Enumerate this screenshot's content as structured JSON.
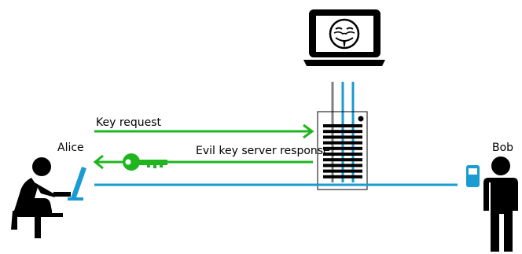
{
  "labels": {
    "alice": "Alice",
    "bob": "Bob",
    "key_request": "Key request",
    "evil_response": "Evil key server response"
  },
  "colors": {
    "green": "#1fb51f",
    "blue": "#1a9bd1",
    "grey": "#7f7f7f",
    "black": "#000000"
  },
  "icons": {
    "attacker": "anonymous-mask-laptop-icon",
    "alice": "person-at-computer-icon",
    "bob": "standing-person-icon",
    "phone": "mobile-phone-icon",
    "key": "key-icon",
    "server": "key-server-icon"
  }
}
